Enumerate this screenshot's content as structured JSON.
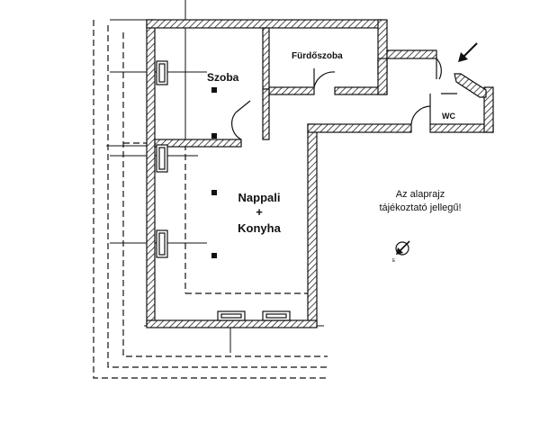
{
  "rooms": {
    "szoba": "Szoba",
    "furdoszoba": "Fürdőszoba",
    "wc": "WC",
    "nappali": "Nappali",
    "plus": "+",
    "konyha": "Konyha"
  },
  "note": {
    "line1": "Az alaprajz",
    "line2": "tájékoztató jellegű!"
  },
  "colors": {
    "ink": "#111111",
    "hatch": "#222222",
    "background": "#ffffff"
  },
  "icons": {
    "entrance": "entrance-arrow-icon",
    "compass": "compass-icon"
  }
}
